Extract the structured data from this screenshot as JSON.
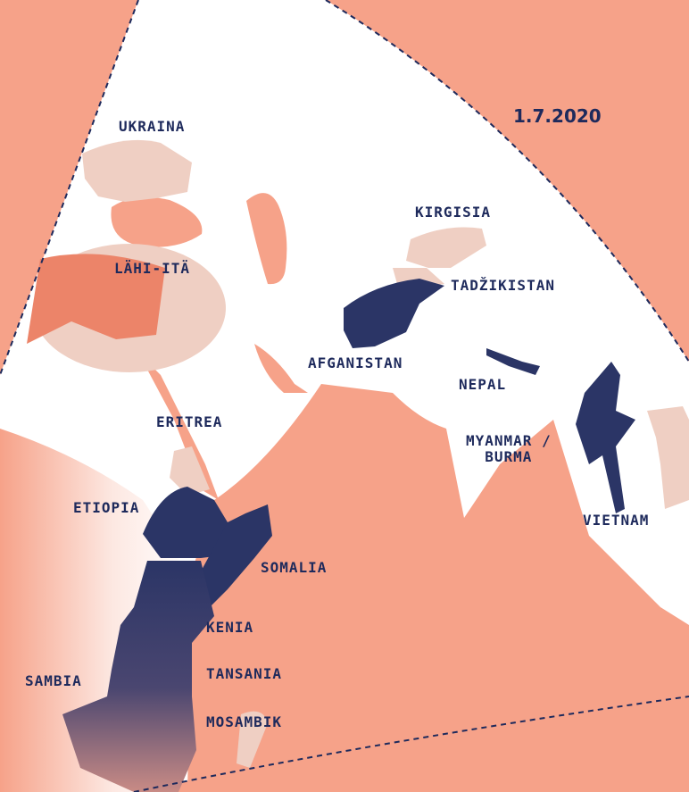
{
  "date": "1.7.2020",
  "colors": {
    "sea": "#f6a289",
    "land": "#ffffff",
    "highlight": "#2b3566",
    "muted": "#efcfc3",
    "label": "#1e2a5c",
    "dashed_border": "#1e2a5c"
  },
  "labels": {
    "ukraina": "UKRAINA",
    "lahi_ita": "LÄHI-ITÄ",
    "kirgisia": "KIRGISIA",
    "tadzikistan": "TADŽIKISTAN",
    "afganistan": "AFGANISTAN",
    "nepal": "NEPAL",
    "eritrea": "ERITREA",
    "myanmar_1": "MYANMAR /",
    "myanmar_2": "BURMA",
    "etiopia": "ETIOPIA",
    "vietnam": "VIETNAM",
    "somalia": "SOMALIA",
    "kenia": "KENIA",
    "sambia": "SAMBIA",
    "tansania": "TANSANIA",
    "mosambik": "MOSAMBIK"
  }
}
